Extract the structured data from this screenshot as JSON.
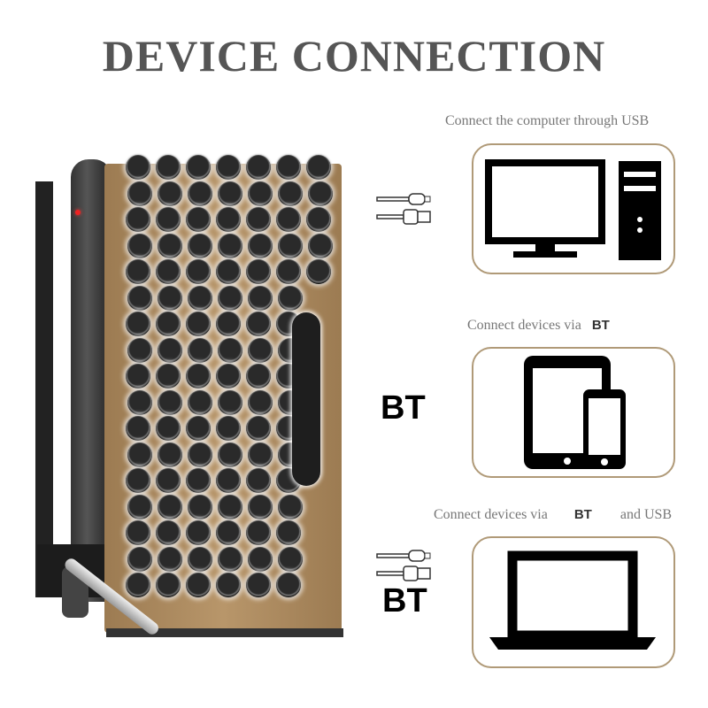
{
  "title": "DEVICE CONNECTION",
  "sections": [
    {
      "caption": "Connect the computer through USB",
      "devices": [
        "monitor-icon",
        "desktop-tower-icon"
      ],
      "left_icons": [
        "usb-c-cable-icon",
        "usb-a-cable-icon"
      ]
    },
    {
      "caption": "Connect devices via",
      "caption_bold": "BT",
      "devices": [
        "tablet-icon",
        "smartphone-icon"
      ],
      "left_label": "BT"
    },
    {
      "caption": "Connect devices via",
      "caption_bold": "BT",
      "caption_end": "and USB",
      "devices": [
        "laptop-icon"
      ],
      "left_icons": [
        "usb-c-cable-icon",
        "usb-a-cable-icon"
      ],
      "left_label": "BT"
    }
  ],
  "colors": {
    "title": "#555555",
    "box_border": "#b09a78",
    "wood": "#a8875e"
  }
}
